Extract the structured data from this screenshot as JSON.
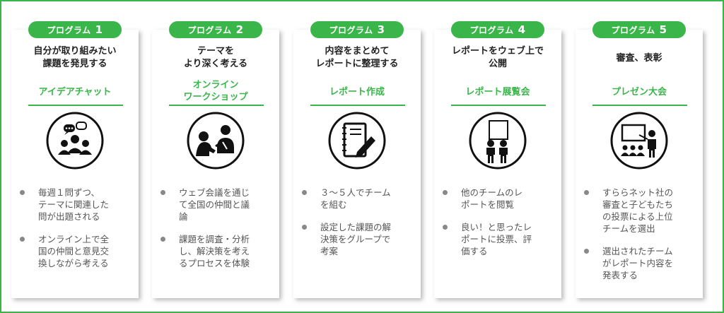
{
  "programs": [
    {
      "badge_label": "プログラム",
      "badge_number": "1",
      "title_lines": [
        "自分が取り組みたい",
        "課題を発見する"
      ],
      "subtitle_lines": [
        "アイデアチャット"
      ],
      "icon": "chat-group-icon",
      "bullets": [
        [
          "毎週１問ずつ、",
          "テーマに関連した",
          "問が出題される"
        ],
        [
          "オンライン上で全",
          "国の仲間と意見交",
          "換しながら考える"
        ]
      ]
    },
    {
      "badge_label": "プログラム",
      "badge_number": "2",
      "title_lines": [
        "テーマを",
        "より深く考える"
      ],
      "subtitle_lines": [
        "オンライン",
        "ワークショップ"
      ],
      "icon": "workshop-icon",
      "bullets": [
        [
          "ウェブ会議を通じ",
          "て全国の仲間と議",
          "論"
        ],
        [
          "課題を調査・分析",
          "し、解決策を考え",
          "るプロセスを体験"
        ]
      ]
    },
    {
      "badge_label": "プログラム",
      "badge_number": "3",
      "title_lines": [
        "内容をまとめて",
        "レポートに整理する"
      ],
      "subtitle_lines": [
        "レポート作成"
      ],
      "icon": "notebook-pen-icon",
      "bullets": [
        [
          "３～５人でチーム",
          "を組む"
        ],
        [
          "設定した課題の解",
          "決策をグループで",
          "考案"
        ]
      ]
    },
    {
      "badge_label": "プログラム",
      "badge_number": "4",
      "title_lines": [
        "レポートをウェブ上で",
        "公開"
      ],
      "subtitle_lines": [
        "レポート展覧会"
      ],
      "icon": "exhibition-icon",
      "bullets": [
        [
          "他のチームのレ",
          "ポートを閲覧"
        ],
        [
          "良い！と思ったレ",
          "ポートに投票、評",
          "価する"
        ]
      ]
    },
    {
      "badge_label": "プログラム",
      "badge_number": "5",
      "title_lines": [
        "審査、表彰"
      ],
      "subtitle_lines": [
        "プレゼン大会"
      ],
      "icon": "presentation-icon",
      "bullets": [
        [
          "すららネット社の",
          "審査と子どもたち",
          "の投票による上位",
          "チームを選出"
        ],
        [
          "選出されたチーム",
          "がレポート内容を",
          "発表する"
        ]
      ]
    }
  ],
  "colors": {
    "accent": "#3ab54a",
    "text": "#222222",
    "muted": "#555555"
  }
}
